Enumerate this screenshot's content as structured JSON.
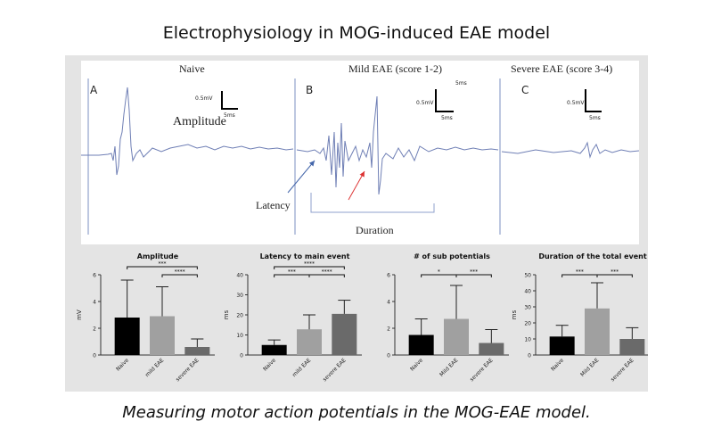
{
  "page": {
    "title": "Electrophysiology in MOG-induced EAE model",
    "caption": "Measuring motor action potentials in the MOG-EAE model."
  },
  "traces": {
    "columns": [
      "Naive",
      "Mild EAE (score 1-2)",
      "Severe EAE (score 3-4)"
    ],
    "panel_letters": [
      "A",
      "B",
      "C"
    ],
    "scale_bar": {
      "voltage": "0.5mV",
      "time": "5ms"
    },
    "annotations": {
      "amplitude": "Amplitude",
      "latency": "Latency",
      "duration": "Duration"
    },
    "trace_color": "#6f7fb5",
    "arrow_colors": {
      "latency": "#4466aa",
      "duration": "#dd3333"
    }
  },
  "chart_data": [
    {
      "type": "bar",
      "title": "Amplitude",
      "ylabel": "mV",
      "categories": [
        "Naive",
        "mild EAE",
        "severe EAE"
      ],
      "values": [
        2.8,
        2.9,
        0.6
      ],
      "errors": [
        2.8,
        2.2,
        0.6
      ],
      "colors": [
        "#000000",
        "#a0a0a0",
        "#6a6a6a"
      ],
      "ylim": [
        0,
        6
      ],
      "yticks": [
        0,
        2,
        4,
        6
      ],
      "significance": [
        {
          "from": 0,
          "to": 2,
          "label": "***",
          "level": 1
        },
        {
          "from": 1,
          "to": 2,
          "label": "****",
          "level": 0
        }
      ]
    },
    {
      "type": "bar",
      "title": "Latency to main event",
      "ylabel": "ms",
      "categories": [
        "Naive",
        "mild EAE",
        "severe EAE"
      ],
      "values": [
        5,
        12.8,
        20.5
      ],
      "errors": [
        2.5,
        7.2,
        6.8
      ],
      "colors": [
        "#000000",
        "#a0a0a0",
        "#6a6a6a"
      ],
      "ylim": [
        0,
        40
      ],
      "yticks": [
        0,
        10,
        20,
        30,
        40
      ],
      "significance": [
        {
          "from": 0,
          "to": 1,
          "label": "***",
          "level": 0
        },
        {
          "from": 1,
          "to": 2,
          "label": "****",
          "level": 0
        },
        {
          "from": 0,
          "to": 2,
          "label": "****",
          "level": 1
        }
      ]
    },
    {
      "type": "bar",
      "title": "# of sub potentials",
      "ylabel": "",
      "categories": [
        "Naive",
        "Mild EAE",
        "severe EAE"
      ],
      "values": [
        1.5,
        2.7,
        0.9
      ],
      "errors": [
        1.2,
        2.5,
        1.0
      ],
      "colors": [
        "#000000",
        "#a0a0a0",
        "#6a6a6a"
      ],
      "ylim": [
        0,
        6
      ],
      "yticks": [
        0,
        2,
        4,
        6
      ],
      "significance": [
        {
          "from": 0,
          "to": 1,
          "label": "*",
          "level": 0
        },
        {
          "from": 1,
          "to": 2,
          "label": "***",
          "level": 0
        }
      ]
    },
    {
      "type": "bar",
      "title": "Duration of the total event",
      "ylabel": "ms",
      "categories": [
        "Naive",
        "Mild EAE",
        "severe EAE"
      ],
      "values": [
        11.5,
        29,
        10
      ],
      "errors": [
        7,
        16,
        7
      ],
      "colors": [
        "#000000",
        "#a0a0a0",
        "#6a6a6a"
      ],
      "ylim": [
        0,
        50
      ],
      "yticks": [
        0,
        10,
        20,
        30,
        40,
        50
      ],
      "significance": [
        {
          "from": 0,
          "to": 1,
          "label": "***",
          "level": 0
        },
        {
          "from": 1,
          "to": 2,
          "label": "***",
          "level": 0
        }
      ]
    }
  ]
}
